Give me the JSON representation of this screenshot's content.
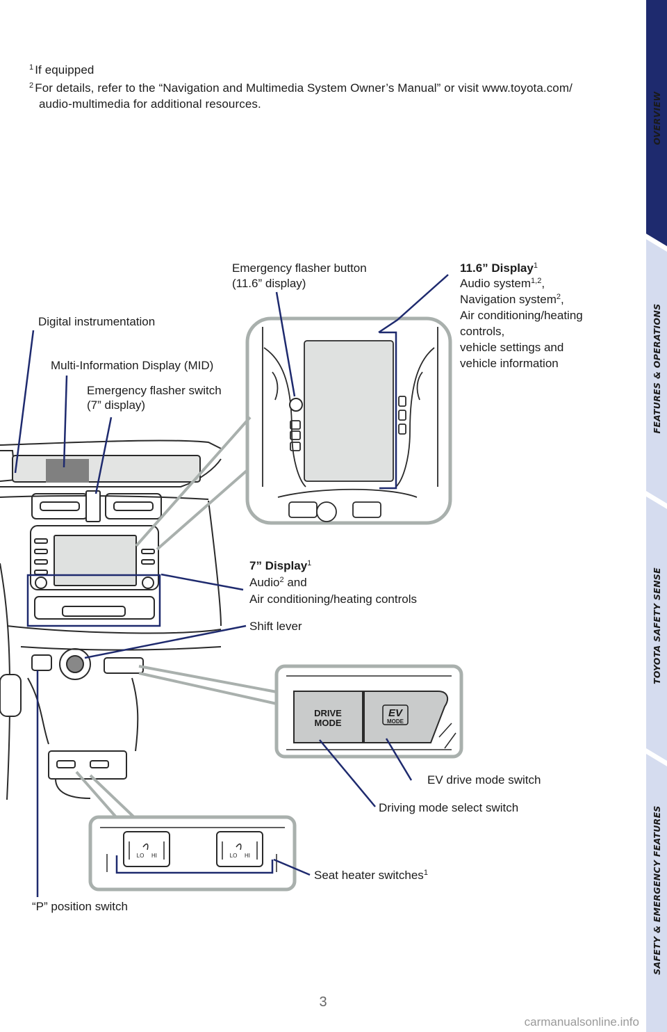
{
  "footnotes": [
    {
      "mark": "1",
      "text": "If equipped"
    },
    {
      "mark": "2",
      "text": "For details, refer to the “Navigation and Multimedia System Owner’s Manual” or visit www.toyota.com/",
      "cont": "audio-multimedia for additional resources."
    }
  ],
  "labels": {
    "digital_instrumentation": "Digital instrumentation",
    "mid": "Multi-Information Display (MID)",
    "flasher_switch_1": "Emergency flasher switch",
    "flasher_switch_2": "(7” display)",
    "flasher_button_1": "Emergency flasher button",
    "flasher_button_2": "(11.6” display)",
    "display116_title": "11.6” Display",
    "display116_sup": "1",
    "display116_l1": "Audio system",
    "display116_l1_sup": "1,2",
    "display116_l2": "Navigation system",
    "display116_l2_sup": "2",
    "display116_l3": "Air conditioning/heating",
    "display116_l4": "controls,",
    "display116_l5": "vehicle settings and",
    "display116_l6": "vehicle information",
    "display7_title": "7” Display",
    "display7_sup": "1",
    "display7_l1": "Audio",
    "display7_l1_sup": "2",
    "display7_l1_rest": " and",
    "display7_l2": "Air conditioning/heating controls",
    "shift_lever": "Shift lever",
    "ev_switch": "EV drive mode switch",
    "drive_mode_switch": "Driving mode select switch",
    "seat_heater": "Seat heater switches",
    "seat_heater_sup": "1",
    "p_switch": "“P” position switch"
  },
  "diagram": {
    "drive_mode_btn_1": "DRIVE",
    "drive_mode_btn_2": "MODE",
    "ev_btn_1": "EV",
    "ev_btn_2": "MODE",
    "seat_lo": "LO",
    "seat_hi": "HI"
  },
  "tabs": [
    {
      "label": "OVERVIEW",
      "active": true
    },
    {
      "label": "FEATURES & OPERATIONS",
      "active": false
    },
    {
      "label": "TOYOTA SAFETY SENSE",
      "active": false
    },
    {
      "label": "SAFETY & EMERGENCY FEATURES",
      "active": false
    }
  ],
  "page_number": "3",
  "watermark": "carmanualsonline.info",
  "colors": {
    "callout_line": "#1e2a6e",
    "inset_frame": "#a9b0ad",
    "tab_active": "#1e2a6e",
    "tab_inactive": "#d5dcef"
  }
}
